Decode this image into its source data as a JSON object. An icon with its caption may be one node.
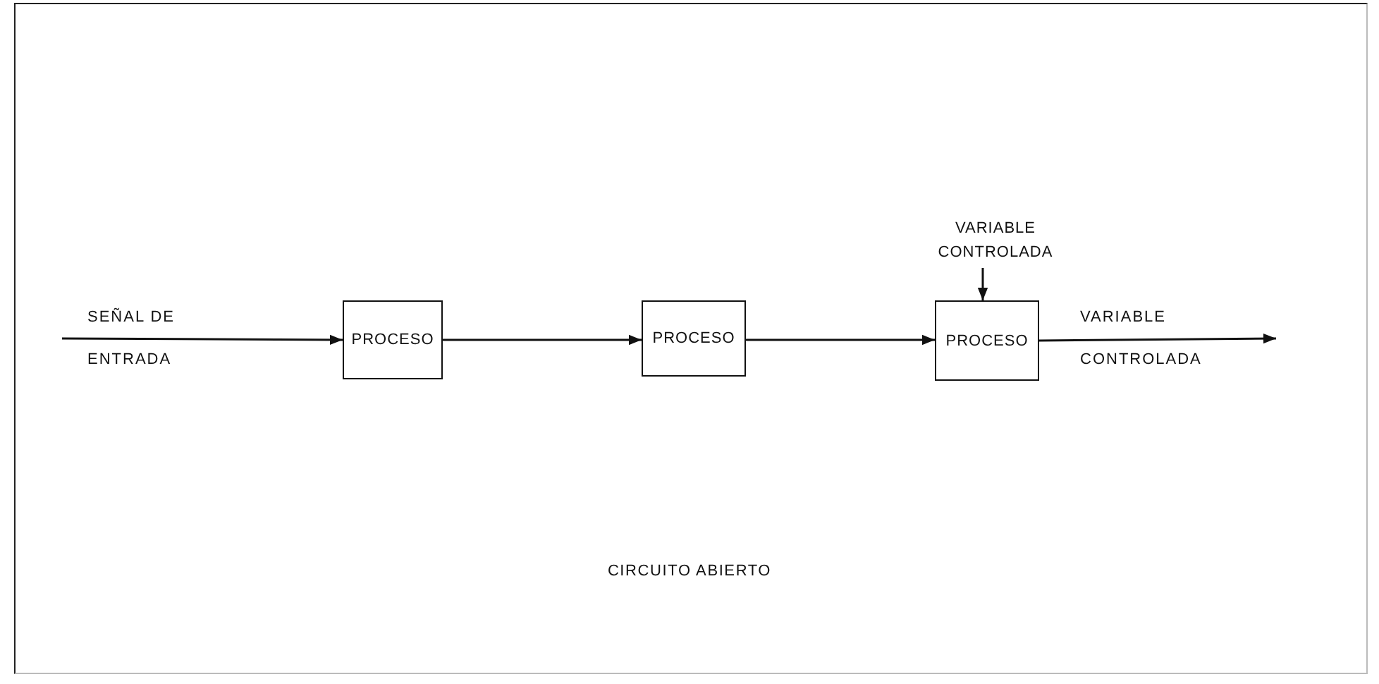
{
  "diagram": {
    "caption": "CIRCUITO ABIERTO",
    "nodes": [
      {
        "text": [
          "PROCESO"
        ]
      },
      {
        "text": [
          "PROCESO"
        ]
      },
      {
        "text": [
          "PROCESO"
        ]
      },
      {
        "text": [
          "VARIABLE CONTROLADA"
        ]
      }
    ],
    "edges": [
      {
        "from": null,
        "to": 0,
        "arrow": "to",
        "label": "SEÑAL DE ENTRADA"
      },
      {
        "from": 0,
        "to": 1,
        "arrow": "to"
      },
      {
        "from": 1,
        "to": 2,
        "arrow": "to"
      },
      {
        "from": 3,
        "to": 2,
        "arrow": "to"
      },
      {
        "from": 2,
        "to": null,
        "arrow": "to",
        "label": "VARIABLE CONTROLADA"
      }
    ]
  }
}
